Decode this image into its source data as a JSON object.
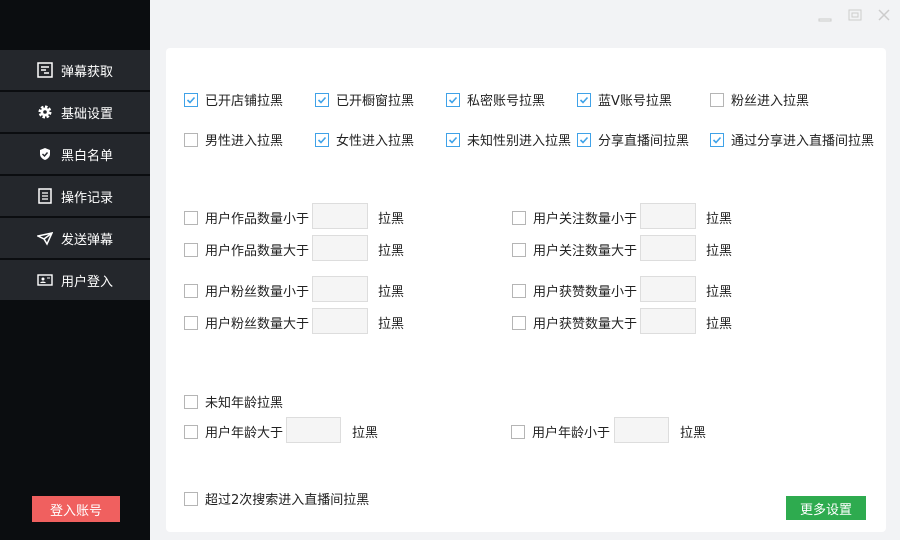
{
  "window": {
    "icons": [
      "minimize-icon",
      "maximize-icon",
      "close-icon"
    ]
  },
  "sidebar": {
    "items": [
      {
        "label": "弹幕获取",
        "icon": "list-icon"
      },
      {
        "label": "基础设置",
        "icon": "gear-icon"
      },
      {
        "label": "黑白名单",
        "icon": "shield-icon"
      },
      {
        "label": "操作记录",
        "icon": "document-icon"
      },
      {
        "label": "发送弹幕",
        "icon": "send-icon"
      },
      {
        "label": "用户登入",
        "icon": "id-card-icon"
      }
    ],
    "login_button": "登入账号",
    "login_color": "#f0605f"
  },
  "checkboxes": [
    {
      "label": "已开店铺拉黑",
      "checked": true
    },
    {
      "label": "已开橱窗拉黑",
      "checked": true
    },
    {
      "label": "私密账号拉黑",
      "checked": true
    },
    {
      "label": "蓝V账号拉黑",
      "checked": true
    },
    {
      "label": "粉丝进入拉黑",
      "checked": false
    },
    {
      "label": "男性进入拉黑",
      "checked": false
    },
    {
      "label": "女性进入拉黑",
      "checked": true
    },
    {
      "label": "未知性别进入拉黑",
      "checked": true
    },
    {
      "label": "分享直播间拉黑",
      "checked": true
    },
    {
      "label": "通过分享进入直播间拉黑",
      "checked": true
    }
  ],
  "thresholds": [
    {
      "label": "用户作品数量小于",
      "value": "",
      "suffix": "拉黑",
      "checked": false
    },
    {
      "label": "用户关注数量小于",
      "value": "",
      "suffix": "拉黑",
      "checked": false
    },
    {
      "label": "用户作品数量大于",
      "value": "",
      "suffix": "拉黑",
      "checked": false
    },
    {
      "label": "用户关注数量大于",
      "value": "",
      "suffix": "拉黑",
      "checked": false
    },
    {
      "label": "用户粉丝数量小于",
      "value": "",
      "suffix": "拉黑",
      "checked": false
    },
    {
      "label": "用户获赞数量小于",
      "value": "",
      "suffix": "拉黑",
      "checked": false
    },
    {
      "label": "用户粉丝数量大于",
      "value": "",
      "suffix": "拉黑",
      "checked": false
    },
    {
      "label": "用户获赞数量大于",
      "value": "",
      "suffix": "拉黑",
      "checked": false
    }
  ],
  "age": {
    "unknown": {
      "label": "未知年龄拉黑",
      "checked": false
    },
    "greater": {
      "label": "用户年龄大于",
      "value": "",
      "suffix": "拉黑",
      "checked": false
    },
    "less": {
      "label": "用户年龄小于",
      "value": "",
      "suffix": "拉黑",
      "checked": false
    }
  },
  "search": {
    "label": "超过2次搜索进入直播间拉黑",
    "checked": false
  },
  "more_button": "更多设置",
  "more_color": "#2eab4f",
  "check_color": "#3fa2e8"
}
